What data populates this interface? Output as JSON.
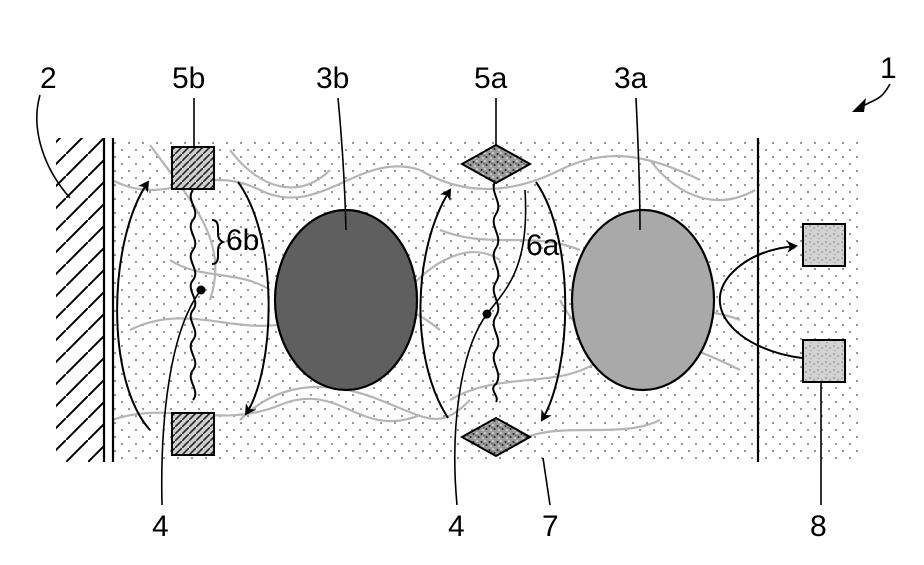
{
  "labels": {
    "device": "1",
    "wall": "2",
    "particle_b": "3b",
    "particle_a": "3a",
    "linker_left": "4",
    "linker_right": "4",
    "group_b": "5b",
    "group_a": "5a",
    "chain_b": "6b",
    "chain_a": "6a",
    "matrix": "7",
    "released": "8"
  },
  "colors": {
    "particle_b": "#5f5f5f",
    "particle_a": "#a9a9a9",
    "background_dots": "#8c8c8c",
    "fibers": "#b5b5b5"
  }
}
